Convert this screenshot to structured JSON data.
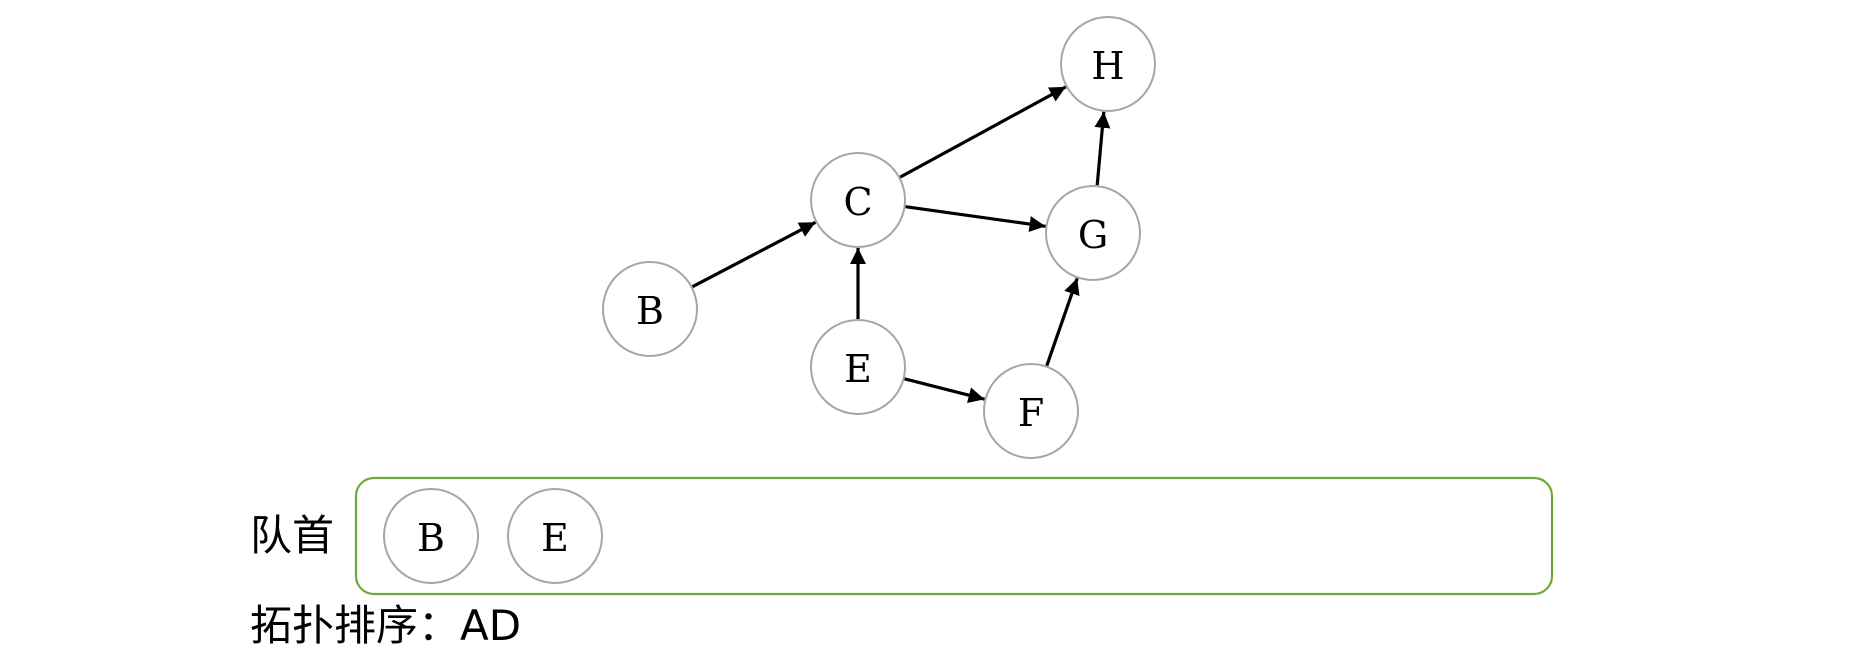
{
  "graph": {
    "nodes": [
      {
        "id": "H",
        "label": "H"
      },
      {
        "id": "C",
        "label": "C"
      },
      {
        "id": "G",
        "label": "G"
      },
      {
        "id": "B",
        "label": "B"
      },
      {
        "id": "E",
        "label": "E"
      },
      {
        "id": "F",
        "label": "F"
      }
    ],
    "edges": [
      {
        "from": "B",
        "to": "C"
      },
      {
        "from": "C",
        "to": "H"
      },
      {
        "from": "C",
        "to": "G"
      },
      {
        "from": "E",
        "to": "C"
      },
      {
        "from": "E",
        "to": "F"
      },
      {
        "from": "F",
        "to": "G"
      },
      {
        "from": "G",
        "to": "H"
      }
    ]
  },
  "queue": {
    "label": "队首",
    "items": [
      "B",
      "E"
    ]
  },
  "topo": {
    "label": "拓扑排序：AD"
  },
  "colors": {
    "queue_border": "#6aaa3a",
    "node_border": "#a6a6a6",
    "edge": "#000000"
  }
}
